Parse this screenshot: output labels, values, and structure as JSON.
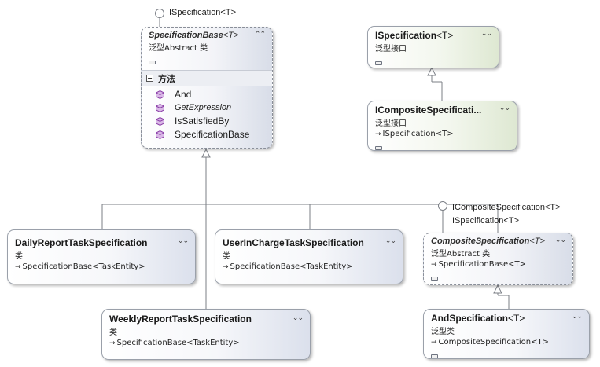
{
  "lollipops": {
    "top": "ISpecification<T>",
    "right_1": "ICompositeSpecification<T>",
    "right_2": "ISpecification<T>"
  },
  "specification_base": {
    "title": "SpecificationBase",
    "type_param": "<T>",
    "kind": "泛型Abstract 类",
    "methods_header": "方法",
    "methods": [
      "And",
      "GetExpression",
      "IsSatisfiedBy",
      "SpecificationBase"
    ]
  },
  "ispecification": {
    "title": "ISpecification",
    "type_param": "<T>",
    "kind": "泛型接口"
  },
  "icomposite_specification": {
    "title": "ICompositeSpecificati...",
    "kind": "泛型接口",
    "base": "ISpecification<T>"
  },
  "daily_report": {
    "title": "DailyReportTaskSpecification",
    "kind": "类",
    "base": "SpecificationBase<TaskEntity>"
  },
  "user_in_charge": {
    "title": "UserInChargeTaskSpecification",
    "kind": "类",
    "base": "SpecificationBase<TaskEntity>"
  },
  "composite_specification": {
    "title": "CompositeSpecification",
    "type_param": "<T>",
    "kind": "泛型Abstract 类",
    "base": "SpecificationBase<T>"
  },
  "weekly_report": {
    "title": "WeeklyReportTaskSpecification",
    "kind": "类",
    "base": "SpecificationBase<TaskEntity>"
  },
  "and_specification": {
    "title": "AndSpecification",
    "type_param": "<T>",
    "kind": "泛型类",
    "base": "CompositeSpecification<T>"
  },
  "glyphs": {
    "expand": "⌄⌄",
    "collapse": "⌃⌃",
    "minus": "−",
    "inherit_arrow": "→",
    "method_icon": "purple-cube-icon"
  },
  "colors": {
    "line": "#7b7f86",
    "method_icon": "#8b3fa8"
  }
}
